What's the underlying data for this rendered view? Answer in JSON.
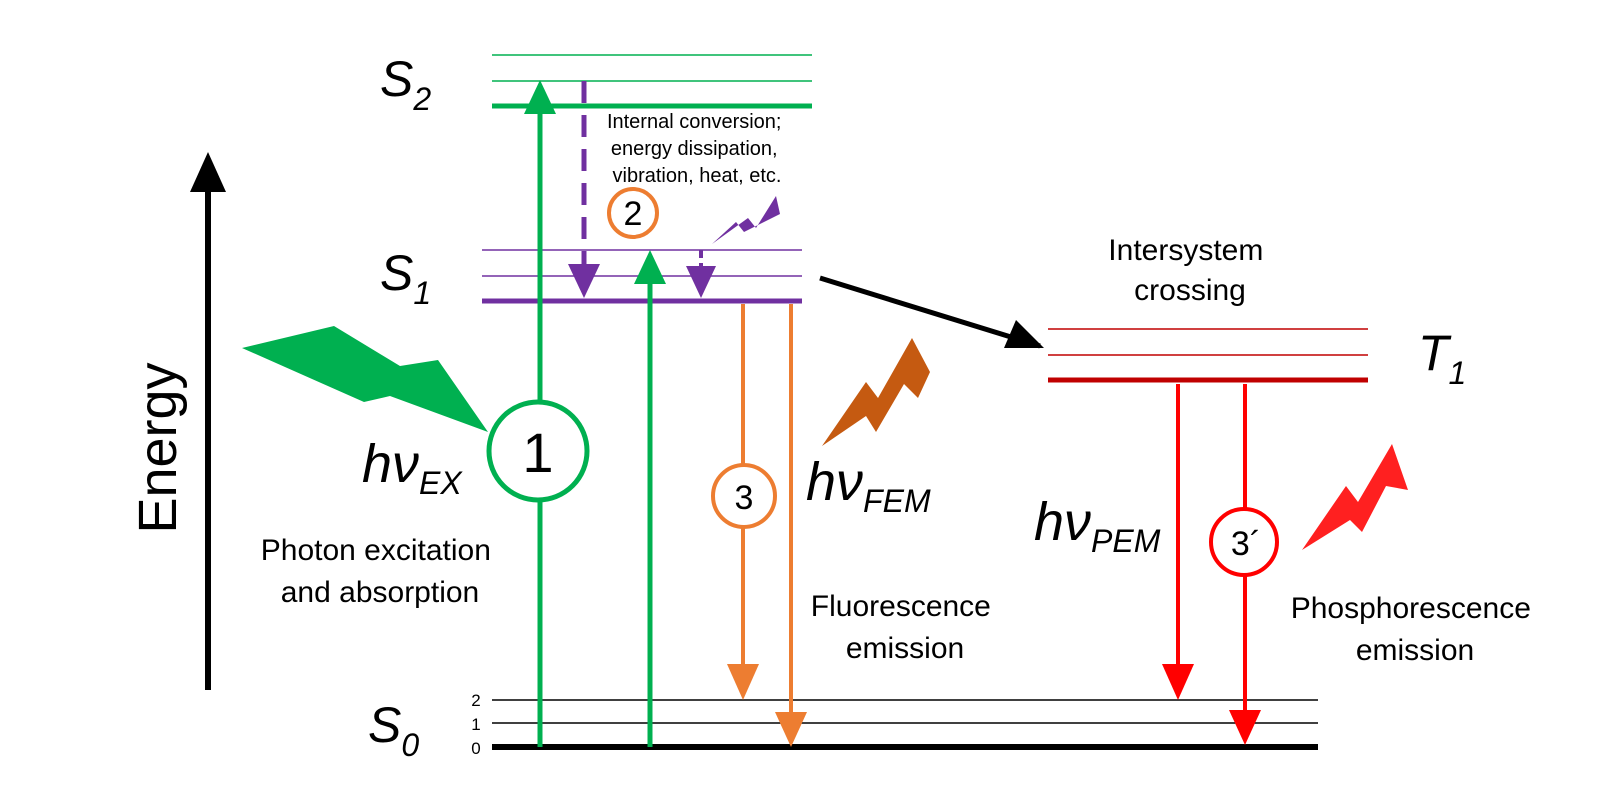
{
  "axis": {
    "label": "Energy"
  },
  "states": {
    "s0": {
      "main": "S",
      "sub": "0"
    },
    "s1": {
      "main": "S",
      "sub": "1"
    },
    "s2": {
      "main": "S",
      "sub": "2"
    },
    "t1": {
      "main": "T",
      "sub": "1"
    }
  },
  "ground_levels": [
    "0",
    "1",
    "2"
  ],
  "process_markers": {
    "excitation": "1",
    "internal_conversion": "2",
    "fluorescence": "3",
    "phosphorescence": "3´"
  },
  "photon_labels": {
    "excitation": {
      "main": "hν",
      "sub": "EX"
    },
    "fluorescence": {
      "main": "hν",
      "sub": "FEM"
    },
    "phosphorescence": {
      "main": "hν",
      "sub": "PEM"
    }
  },
  "descriptions": {
    "excitation": [
      "Photon excitation",
      "and absorption"
    ],
    "internal_conversion": [
      "Internal conversion;",
      "energy dissipation,",
      "vibration, heat, etc."
    ],
    "intersystem_crossing": [
      "Intersystem",
      "crossing"
    ],
    "fluorescence": [
      "Fluorescence",
      "emission"
    ],
    "phosphorescence": [
      "Phosphorescence",
      "emission"
    ]
  },
  "colors": {
    "excitation": "#00b050",
    "internal_conversion": "#7030a0",
    "fluorescence": "#ed7d31",
    "fluorescence_bolt": "#c55a11",
    "triplet": "#c00000",
    "phosphorescence": "#ff0000",
    "ground": "#000000"
  }
}
